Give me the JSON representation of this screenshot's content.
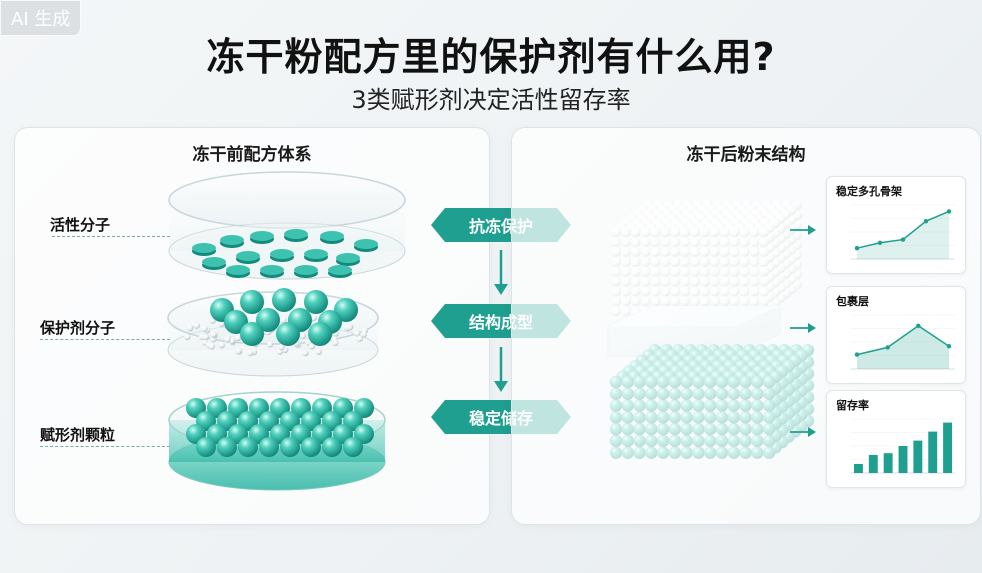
{
  "badge": "AI 生成",
  "title": "冻干粉配方里的保护剂有什么用?",
  "subtitle": "3类赋形剂决定活性留存率",
  "left_panel": {
    "title": "冻干前配方体系",
    "labels": [
      "活性分子",
      "保护剂分子",
      "赋形剂颗粒"
    ]
  },
  "steps": [
    "抗冻保护",
    "结构成型",
    "稳定储存"
  ],
  "right_panel": {
    "title": "冻干后粉末结构",
    "cards": [
      "稳定多孔骨架",
      "包裹层",
      "留存率"
    ]
  },
  "colors": {
    "accent": "#1f9f8f",
    "teal_bead": "#2bb3a2",
    "white_bead": "#f2f4f5"
  },
  "chart_data": [
    {
      "type": "line",
      "title": "稳定多孔骨架",
      "values": [
        1,
        1.5,
        1.8,
        3.5,
        4.4
      ],
      "ylim": [
        0,
        5
      ]
    },
    {
      "type": "area",
      "title": "包裹层",
      "values": [
        1.2,
        1.8,
        3.6,
        1.9
      ],
      "ylim": [
        0,
        4.5
      ]
    },
    {
      "type": "bar",
      "title": "留存率",
      "values": [
        1,
        2,
        2.2,
        3,
        3.6,
        4.6,
        5.6
      ],
      "ylim": [
        0,
        6
      ]
    }
  ]
}
